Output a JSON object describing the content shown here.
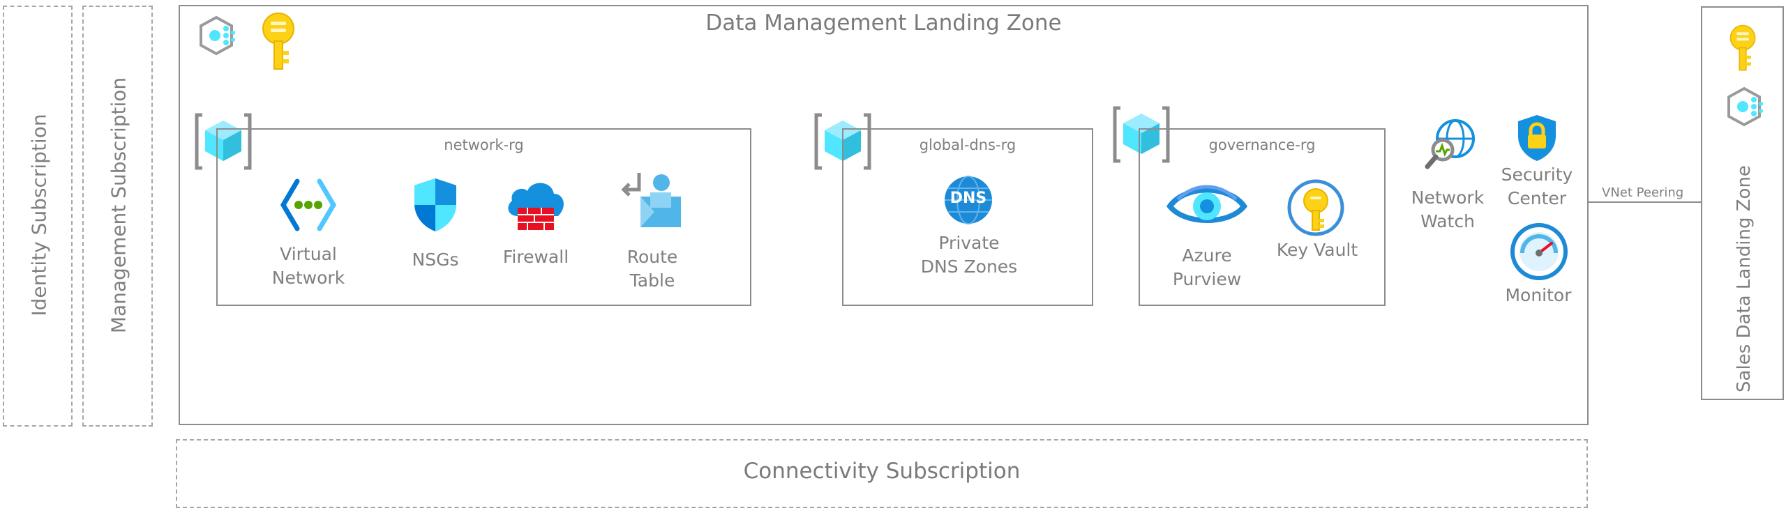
{
  "subscriptions": {
    "identity": "Identity Subscription",
    "management": "Management Subscription",
    "connectivity": "Connectivity Subscription"
  },
  "landing_zone": {
    "title": "Data Management Landing Zone"
  },
  "network_rg": {
    "title": "network-rg",
    "services": {
      "vnet": [
        "Virtual",
        "Network"
      ],
      "nsgs": "NSGs",
      "firewall": "Firewall",
      "route_table": [
        "Route",
        "Table"
      ]
    }
  },
  "global_dns_rg": {
    "title": "global-dns-rg",
    "dns_badge": "DNS",
    "services": {
      "private_dns": [
        "Private",
        "DNS Zones"
      ]
    }
  },
  "governance_rg": {
    "title": "governance-rg",
    "services": {
      "purview": [
        "Azure",
        "Purview"
      ],
      "key_vault": "Key Vault"
    }
  },
  "standalone": {
    "network_watch": [
      "Network",
      "Watch"
    ],
    "security_center": [
      "Security",
      "Center"
    ],
    "monitor": "Monitor"
  },
  "peering": {
    "label": "VNet Peering"
  },
  "sales_zone": {
    "title": "Sales Data Landing Zone"
  },
  "icons": [
    "resource-group-icon",
    "key-icon",
    "virtual-network-icon",
    "nsg-shield-icon",
    "firewall-icon",
    "route-table-icon",
    "dns-zone-icon",
    "purview-icon",
    "key-vault-icon",
    "network-watcher-icon",
    "security-center-icon",
    "monitor-icon"
  ],
  "colors": {
    "azure_blue": "#0078d4",
    "cyan": "#50e6ff",
    "key_yellow": "#fcd116",
    "firewall_red": "#e81123",
    "border_gray": "#8c8c8c",
    "text_gray": "#7f7f7f"
  }
}
